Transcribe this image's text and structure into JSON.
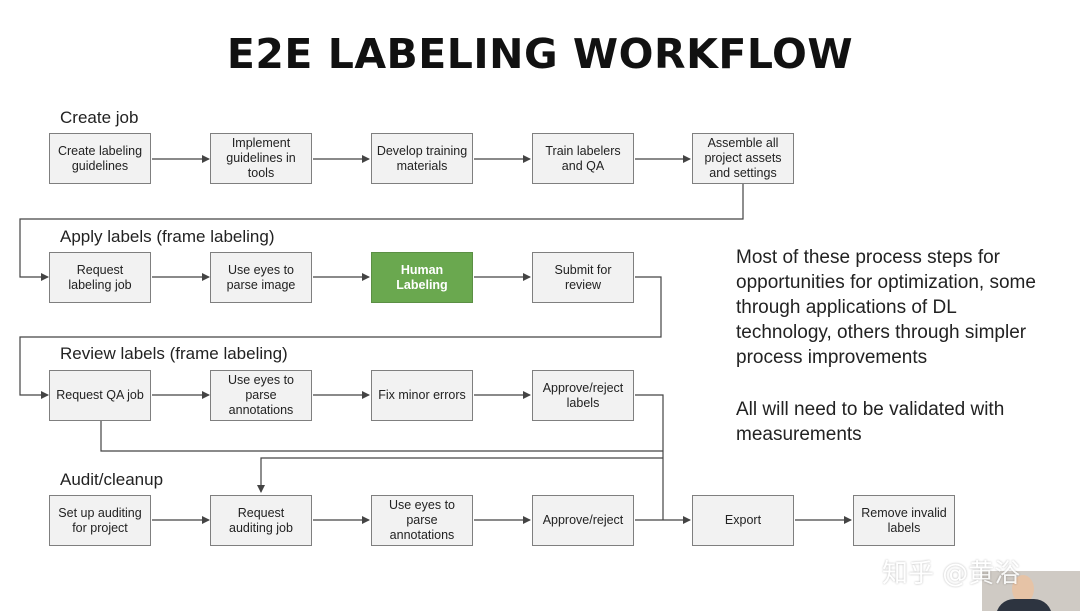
{
  "title": "E2E LABELING WORKFLOW",
  "sections": {
    "create_job": "Create job",
    "apply_labels": "Apply labels (frame labeling)",
    "review_labels": "Review labels (frame labeling)",
    "audit": "Audit/cleanup"
  },
  "steps": {
    "create_guidelines": "Create labeling guidelines",
    "implement_guidelines": "Implement guidelines in tools",
    "develop_training": "Develop training materials",
    "train_labelers": "Train labelers and QA",
    "assemble_assets": "Assemble all project assets and settings",
    "request_labeling": "Request labeling job",
    "parse_image": "Use eyes to parse image",
    "human_labeling": "Human Labeling",
    "submit_review": "Submit for review",
    "request_qa": "Request QA job",
    "parse_annotations": "Use eyes to parse annotations",
    "fix_errors": "Fix minor errors",
    "approve_reject_labels": "Approve/reject labels",
    "setup_auditing": "Set up auditing for project",
    "request_auditing": "Request auditing job",
    "parse_annotations_audit": "Use eyes to parse annotations",
    "approve_reject": "Approve/reject",
    "export": "Export",
    "remove_invalid": "Remove invalid labels"
  },
  "notes": {
    "optimization": "Most of these process steps for opportunities for optimization, some through applications of DL technology, others through simpler process improvements",
    "validation": "All will need to be validated with measurements"
  },
  "watermark": "知乎 @黄浴",
  "colors": {
    "highlight": "#6aa84f",
    "box_fill": "#f2f2f2",
    "box_border": "#7f7f7f",
    "connector": "#444444"
  }
}
